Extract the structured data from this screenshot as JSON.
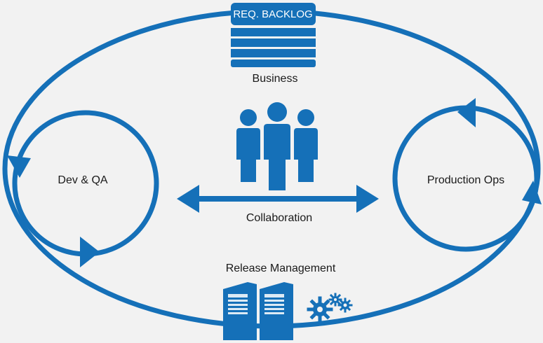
{
  "backlog": {
    "header": "REQ. BACKLOG",
    "caption": "Business"
  },
  "left_cycle": {
    "label": "Dev & QA"
  },
  "right_cycle": {
    "label": "Production Ops"
  },
  "center": {
    "label": "Collaboration"
  },
  "bottom": {
    "label": "Release Management"
  },
  "colors": {
    "primary": "#1570b8",
    "background": "#f2f2f2",
    "text": "#1a1a1a"
  },
  "icons": [
    "backlog-stack-icon",
    "people-group-icon",
    "double-arrow-icon",
    "server-icon",
    "gears-icon"
  ]
}
